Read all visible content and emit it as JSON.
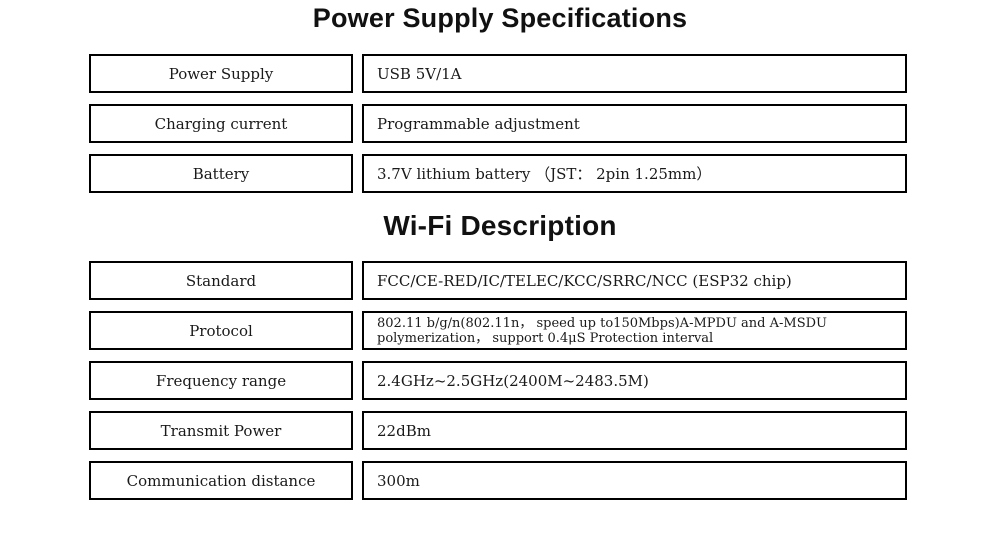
{
  "colors": {
    "background": "#ffffff",
    "border": "#000000",
    "text": "#1a1a1a"
  },
  "sections": [
    {
      "title": "Power Supply Specifications",
      "rows": [
        {
          "label": "Power Supply",
          "value": "USB 5V/1A"
        },
        {
          "label": "Charging current",
          "value": "Programmable adjustment"
        },
        {
          "label": "Battery",
          "value": "3.7V lithium battery （JST： 2pin 1.25mm）"
        }
      ]
    },
    {
      "title": "Wi-Fi Description",
      "rows": [
        {
          "label": "Standard",
          "value": "FCC/CE-RED/IC/TELEC/KCC/SRRC/NCC (ESP32 chip)"
        },
        {
          "label": "Protocol",
          "value": "802.11 b/g/n(802.11n， speed up to150Mbps)A-MPDU and A-MSDU\npolymerization， support 0.4μS Protection interval"
        },
        {
          "label": "Frequency range",
          "value": "2.4GHz~2.5GHz(2400M~2483.5M)"
        },
        {
          "label": "Transmit Power",
          "value": "22dBm"
        },
        {
          "label": "Communication distance",
          "value": "300m"
        }
      ]
    }
  ]
}
